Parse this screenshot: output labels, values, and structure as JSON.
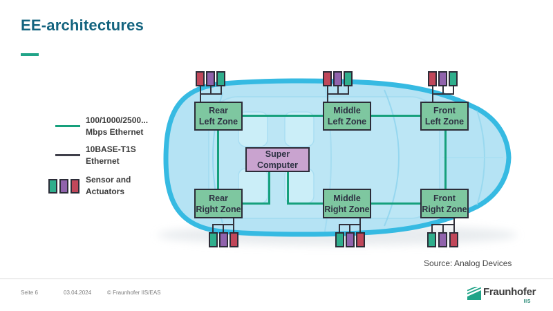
{
  "colors": {
    "title": "#14647f",
    "accent-green": "#21a488",
    "line-green": "#16a07c",
    "line-dark": "#3f3f4a",
    "line-dark2": "#32323c",
    "zone-fill": "#7ec7a0",
    "computer-fill": "#c9a3cf",
    "box-border": "#2c2c38",
    "box-text": "#2d3142",
    "sensor-red": "#c0475a",
    "sensor-purple": "#9063ac",
    "sensor-green": "#2fae8c",
    "car-stroke": "#36bae2",
    "car-fill": "#b5e3f4",
    "logo-green": "#17806b"
  },
  "slide": {
    "title": "EE-architectures",
    "source": "Source: Analog Devices"
  },
  "legend": {
    "items": [
      {
        "label1": "100/1000/2500...",
        "label2": "Mbps Ethernet"
      },
      {
        "label1": "10BASE-T1S",
        "label2": "Ethernet"
      },
      {
        "label1": "Sensor and",
        "label2": "Actuators"
      }
    ]
  },
  "diagram": {
    "zones": [
      {
        "line1": "Rear",
        "line2": "Left Zone"
      },
      {
        "line1": "Middle",
        "line2": "Left Zone"
      },
      {
        "line1": "Front",
        "line2": "Left Zone"
      },
      {
        "line1": "Rear",
        "line2": "Right Zone"
      },
      {
        "line1": "Middle",
        "line2": "Right Zone"
      },
      {
        "line1": "Front",
        "line2": "Right Zone"
      }
    ],
    "computer": {
      "line1": "Super",
      "line2": "Computer"
    }
  },
  "footer": {
    "page": "Seite 6",
    "date": "03.04.2024",
    "copyright": "© Fraunhofer IIS/EAS",
    "logo_text": "Fraunhofer",
    "logo_sub": "IIS"
  }
}
